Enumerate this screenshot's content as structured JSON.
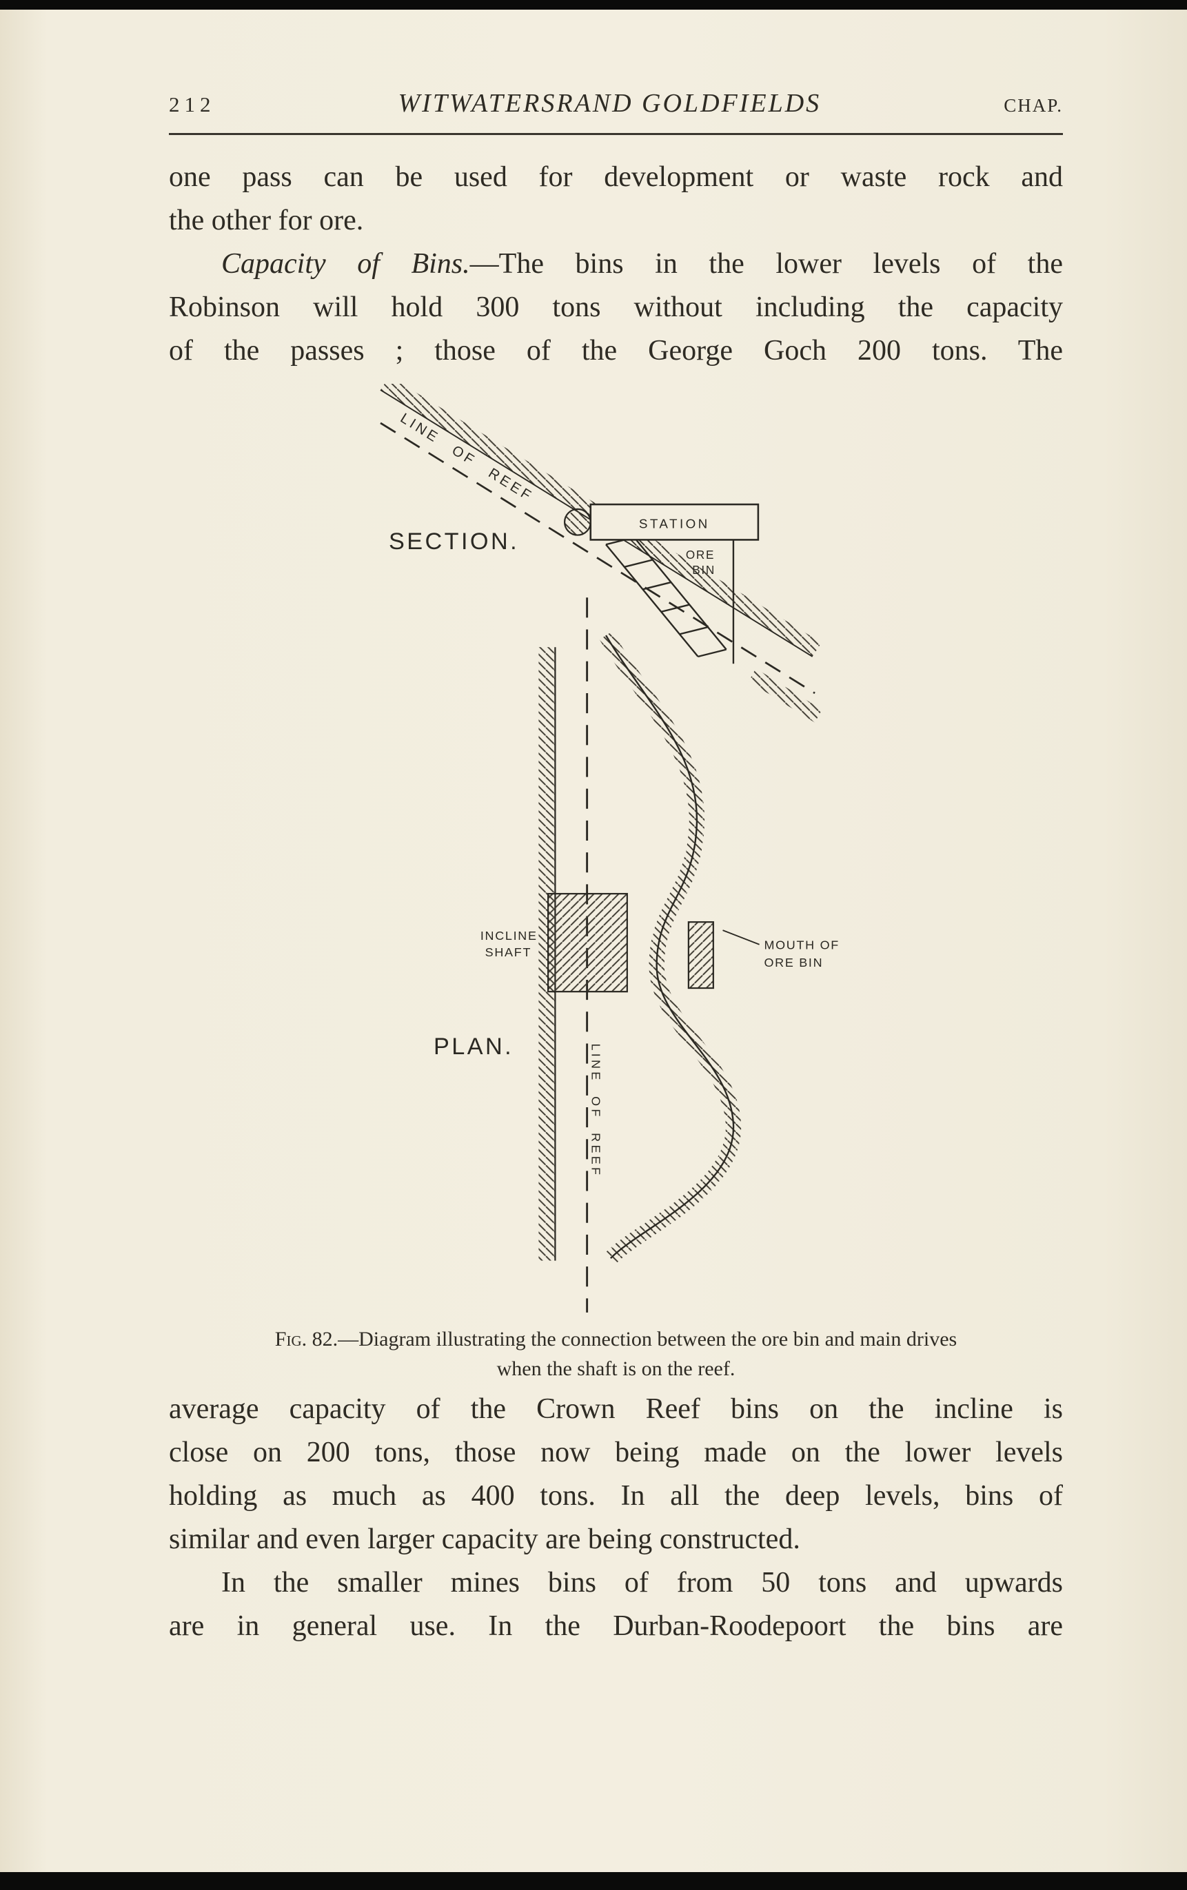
{
  "header": {
    "page_number": "212",
    "title": "WITWATERSRAND GOLDFIELDS",
    "right": "CHAP."
  },
  "body": {
    "p1": [
      "one pass can be used for development or waste rock and",
      "the other for ore."
    ],
    "p2_italic": "Capacity of Bins.",
    "p2_rest": "—The bins in the lower levels of the",
    "p2": [
      "Robinson will hold 300 tons without including the capacity",
      "of the passes ; those of the George Goch 200 tons.  The"
    ],
    "p3": [
      "average capacity of the Crown Reef bins on the incline is",
      "close on 200 tons, those now being made on the lower levels",
      "holding as much as 400 tons.  In all the deep levels, bins of",
      "similar and even larger capacity are being constructed."
    ],
    "p4_line1": "In the smaller mines bins of from 50 tons and upwards",
    "p4_line2": "are in general use.  In the Durban-Roodepoort the bins are"
  },
  "figure": {
    "section_label": "SECTION.",
    "plan_label": "PLAN.",
    "station": "STATION",
    "ore": "ORE",
    "bin": "BIN",
    "reef_section": "LINE OF REEF",
    "incline": "INCLINE",
    "shaft": "SHAFT",
    "mouth_1": "MOUTH OF",
    "mouth_2": "ORE BIN",
    "reef_plan": "LINE OF REEF",
    "caption_fig": "Fig. 82.",
    "caption_rest": "—Diagram illustrating the connection between the ore bin and main drives",
    "caption_line2": "when the shaft is on the reef."
  }
}
